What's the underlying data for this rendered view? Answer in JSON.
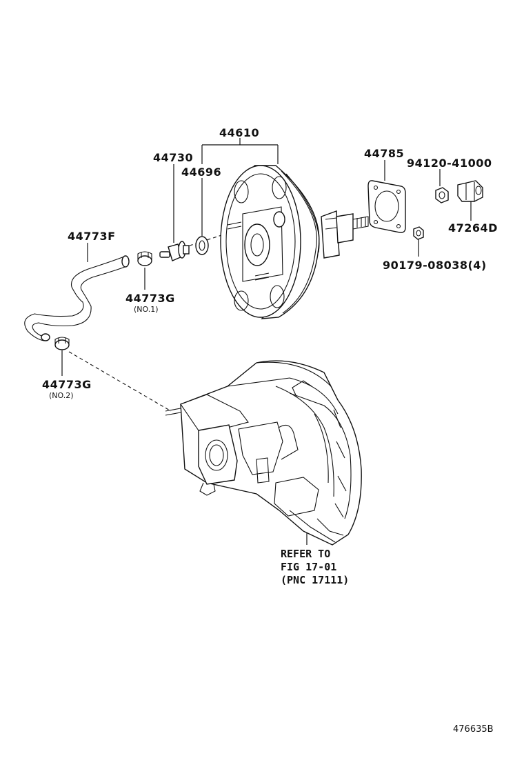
{
  "labels": {
    "p44610": "44610",
    "p44730": "44730",
    "p44696": "44696",
    "p44785": "44785",
    "p94120": "94120-41000",
    "p47264D": "47264D",
    "p90179": "90179-08038(4)",
    "p44773F": "44773F",
    "p44773G_1": "44773G",
    "p44773G_1_note": "(NO.1)",
    "p44773G_2": "44773G",
    "p44773G_2_note": "(NO.2)"
  },
  "reference": {
    "line1": "REFER TO",
    "line2": "FIG 17-01",
    "line3": "(PNC 17111)"
  },
  "figure_id": "476635B"
}
